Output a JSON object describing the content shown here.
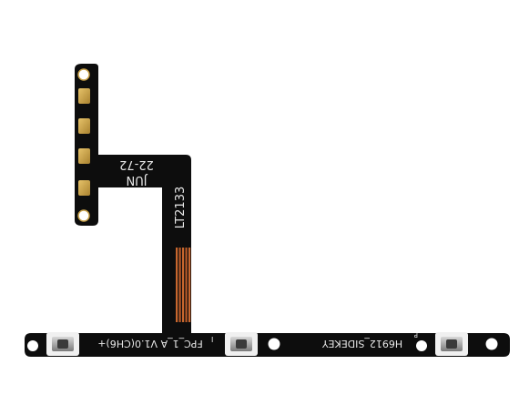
{
  "image": {
    "subject": "flex cable",
    "background_color": "#ffffff",
    "pcb_color": "#0d0d0d",
    "silkscreen_color": "#e8e8e8",
    "pad_color": "#c9a24a",
    "trace_color": "#c8672e"
  },
  "silkscreen": {
    "date_code_month": "JUN",
    "date_code_number": "22-72",
    "part_code": "LT2133",
    "fpc_label": "FPC_1_A V1.0(CH6)+",
    "model_label": "H6912_SIDEKEY",
    "marker_left": "I",
    "marker_right": "P"
  }
}
